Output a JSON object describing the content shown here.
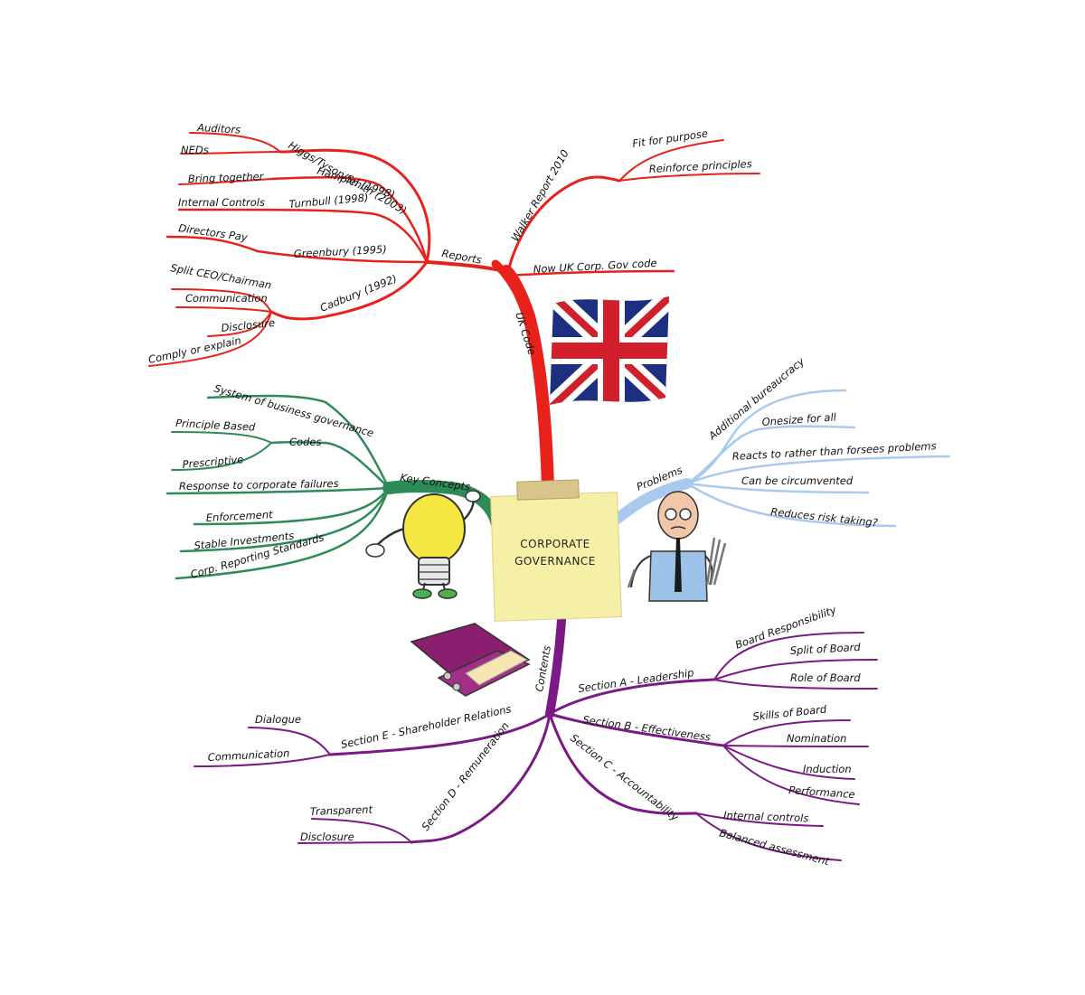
{
  "center": {
    "line1": "CORPORATE",
    "line2": "GOVERNANCE"
  },
  "colors": {
    "uk_code": "#e8211b",
    "key_concepts": "#2e8b57",
    "problems": "#a9c9ef",
    "contents": "#7b1a86",
    "note": "#f6f0a6"
  },
  "uk_code": {
    "label": "UK Code",
    "walker": {
      "label": "Walker Report 2010",
      "children": [
        "Fit for purpose",
        "Reinforce principles"
      ]
    },
    "new_code": "Now UK Corp. Gov code",
    "reports": {
      "label": "Reports",
      "higgs": {
        "label": "Higgs/Tyson/Smith (2003)",
        "children": [
          "Auditors",
          "NEDs"
        ]
      },
      "hampel": {
        "label": "Hamplel (1998)",
        "children": [
          "Bring together"
        ]
      },
      "turnbull": {
        "label": "Turnbull (1998)",
        "children": [
          "Internal Controls"
        ]
      },
      "greenbury": {
        "label": "Greenbury (1995)",
        "children": [
          "Directors Pay"
        ]
      },
      "cadbury": {
        "label": "Cadbury (1992)",
        "children": [
          "Split CEO/Chairman",
          "Communication",
          "Disclosure",
          "Comply or explain"
        ]
      }
    }
  },
  "key_concepts": {
    "label": "Key Concepts",
    "system": "System of business governance",
    "codes": {
      "label": "Codes",
      "children": [
        "Principle Based",
        "Prescriptive"
      ]
    },
    "response": "Response to corporate failures",
    "enforcement": "Enforcement",
    "stable": "Stable Investments",
    "reporting": "Corp. Reporting Standards"
  },
  "problems": {
    "label": "Problems",
    "children": [
      "Additional bureaucracy",
      "Onesize for all",
      "Reacts to rather than forsees problems",
      "Can be circumvented",
      "Reduces risk taking?"
    ]
  },
  "contents": {
    "label": "Contents",
    "section_a": {
      "label": "Section A - Leadership",
      "children": [
        "Board Responsibility",
        "Split of Board",
        "Role of Board"
      ]
    },
    "section_b": {
      "label": "Section B - Effectiveness",
      "children": [
        "Skills of Board",
        "Nomination",
        "Induction",
        "Performance"
      ]
    },
    "section_c": {
      "label": "Section C - Accountability",
      "children": [
        "Internal controls",
        "Balanced assessment"
      ]
    },
    "section_d": {
      "label": "Section D - Remuneration",
      "children": [
        "Transparent",
        "Disclosure"
      ]
    },
    "section_e": {
      "label": "Section E - Shareholder Relations",
      "children": [
        "Dialogue",
        "Communication"
      ]
    }
  },
  "icons": [
    "uk-flag-icon",
    "lightbulb-character-icon",
    "confused-man-icon",
    "binder-icon"
  ]
}
